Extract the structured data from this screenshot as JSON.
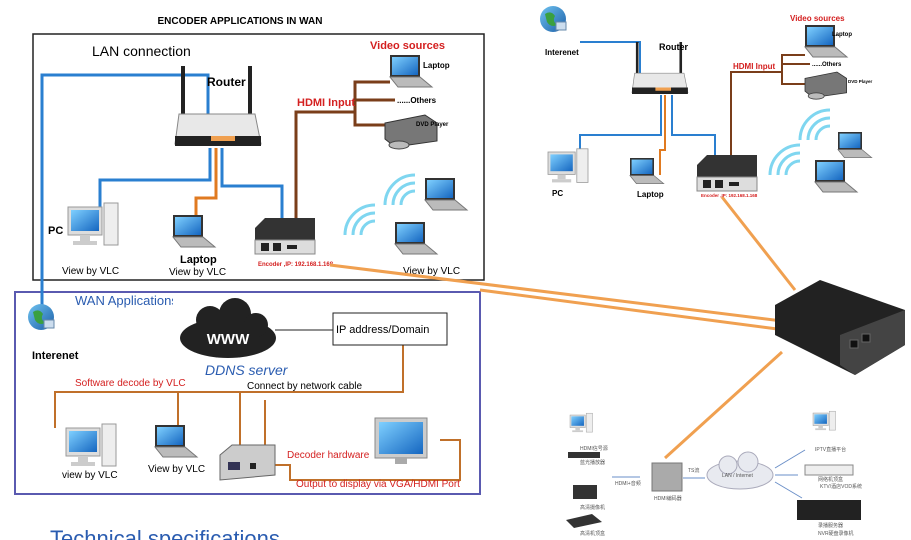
{
  "left": {
    "title": "ENCODER APPLICATIONS IN WAN",
    "lan": {
      "heading": "LAN connection",
      "router": "Router",
      "video_sources": "Video sources",
      "hdmi_input": "HDMI Input",
      "laptop_source": "Laptop",
      "others": "......Others",
      "dvd_player": "DVD Player",
      "encoder_ip": "Encoder ,IP: 192.168.1.168",
      "pc": "PC",
      "pc_view": "View by VLC",
      "laptop": "Laptop",
      "laptop_view": "View by VLC",
      "wifi_view": "View by VLC"
    },
    "wan": {
      "heading": "WAN Applications",
      "internet": "Interenet",
      "www": "WWW",
      "ddns": "DDNS server",
      "ip_domain": "IP address/Domain",
      "software_decode": "Software decode by VLC",
      "connect_cable": "Connect by network cable",
      "pc_view": "view by VLC",
      "laptop_view": "View by VLC",
      "decoder_hardware": "Decoder hardware",
      "output_display": "Output to display via VGA/HDMI Port"
    },
    "footer_partial": "Technical specifications"
  },
  "right_top": {
    "internet": "Interenet",
    "router": "Router",
    "video_sources": "Video sources",
    "laptop_source": "Laptop",
    "others": "......Others",
    "dvd_player": "DVD Player",
    "hdmi_input": "HDMI Input",
    "pc": "PC",
    "laptop": "Laptop",
    "encoder_ip": "Encoder ,IP: 192.168.1.168"
  },
  "right_bottom": {
    "sources": [
      "HDMI信号源",
      "蓝光播放器",
      "高清摄像机",
      "高清机顶盒"
    ],
    "hdmi_audio": "HDMI+音频",
    "encoder": "HDMI编码器",
    "ts": "TS流",
    "cloud": "LAN / Internet",
    "outputs": [
      "IPTV直播平台",
      "网络机顶盒",
      "KTV/酒店VOD系统",
      "录播服务器",
      "NVR硬盘录像机"
    ]
  },
  "colors": {
    "lan_cable": "#2a7fd0",
    "lan_cable_orange": "#e07a20",
    "hdmi_cable": "#7a3e1a",
    "accent_red": "#d42020",
    "connector": "#f0a050",
    "wan_border": "#5a5ab0"
  }
}
